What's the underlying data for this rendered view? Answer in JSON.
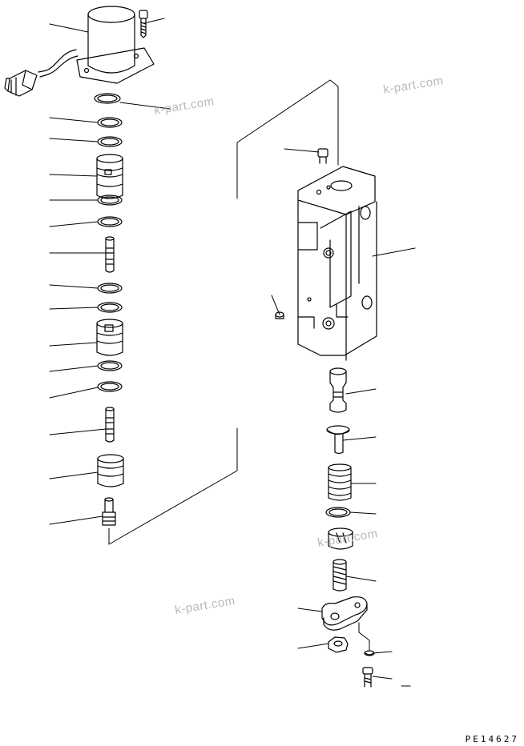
{
  "watermarks": [
    "k-part.com",
    "k-part.com",
    "k-part.com",
    "k-part.com"
  ],
  "drawing_code": "PE14627"
}
